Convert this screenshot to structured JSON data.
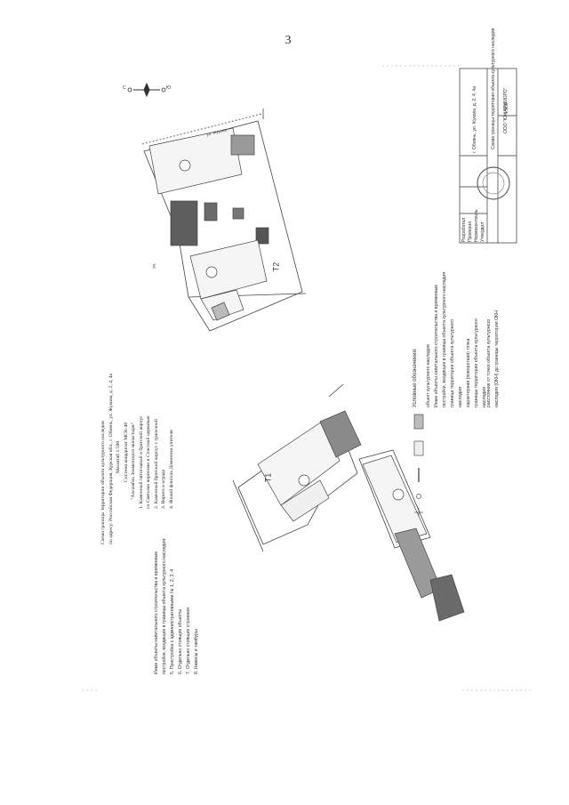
{
  "page": {
    "number": "3"
  },
  "title": {
    "line1": "Схема границы территории объекта культурного наследия",
    "line2": "по адресу: Российская Федерация, Курская обл., г. Обоянь, ул. Жукова, д. 2, 4, 4а",
    "scale": "Масштаб 1:500",
    "system": "Система координат МСК-46",
    "object_name": "\"Ансамбль Знаменского монастыря\"",
    "items": [
      "1. Каменный пятиглавый и братский корпус",
      "   со Святыми воротами и Спасской церковью",
      "2. Каменный братский корпус с трапезной",
      "3. Ворота и ограда",
      "4. Жилой флигель Доминика учителя"
    ]
  },
  "legend_left": {
    "items": [
      "Иные объекты капитального строительства и временные",
      "постройки, входящие в границы объекта культурного наследия:",
      "5. Пристройка с административными № 1, 2, 3, 4",
      "6. Отдельно стоящие объекты",
      "7. Отдельно стоящие строения",
      "8. Навесы и тамбуры"
    ]
  },
  "legend_right": {
    "title": "Условные обозначения:",
    "items": [
      "объект культурного наследия",
      "Иные объекты капитального строительства и временные",
      "постройки, входящие в границы объекта культурного наследия",
      "граница территории объекта культурного",
      "наследия",
      "характерная (поворотная) точка",
      "границы территории объекта культурного",
      "наследия"
    ],
    "items_b": [
      "расстояние от точки объекта культурного",
      "наследия (ОКН) до границы территории ОКН"
    ]
  },
  "labels": {
    "t1": "Т1",
    "t2": "Т2",
    "north": "С",
    "south": "Ю",
    "street": "ул. Жукова",
    "street2": "ул."
  },
  "stamp": {
    "company": "ООО \"ЮЖАРХБЮРО\"",
    "doc_title": "Схема границы территории объекта культурного наследия",
    "address": "г. Обоянь, ул. Жукова, д. 2, 4, 4а",
    "scale": "1:500",
    "rows": [
      "Разработал",
      "Проверил",
      "Нормоконтроль",
      "Утвердил"
    ]
  }
}
